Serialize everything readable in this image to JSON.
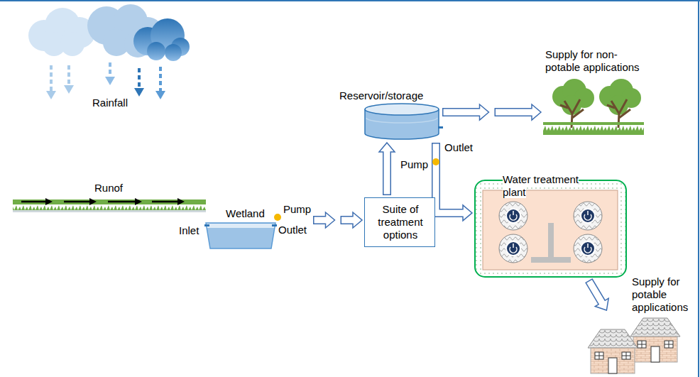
{
  "diagram": {
    "nodes": [
      {
        "text": [
          "Wetland"
        ]
      },
      {
        "text": [
          "Suite of treatment options"
        ]
      },
      {
        "text": [
          "Reservoir/storage"
        ]
      },
      {
        "text": [
          "Supply for non-potable applications"
        ]
      },
      {
        "text": [
          "Water treatment plant"
        ]
      },
      {
        "text": [
          "Supply for potable applications"
        ]
      }
    ],
    "edges": [
      {
        "from": 0,
        "to": 1,
        "arrow": "to"
      },
      {
        "from": 1,
        "to": 2,
        "arrow": "to"
      },
      {
        "from": 2,
        "to": 3,
        "arrow": "to"
      },
      {
        "from": 2,
        "to": 4,
        "arrow": "to"
      },
      {
        "from": 4,
        "to": 5,
        "arrow": "to"
      }
    ],
    "labels": [
      "Rainfall",
      "Runof",
      "Inlet",
      "Outlet",
      "Pump",
      "Outlet",
      "Pump"
    ]
  }
}
